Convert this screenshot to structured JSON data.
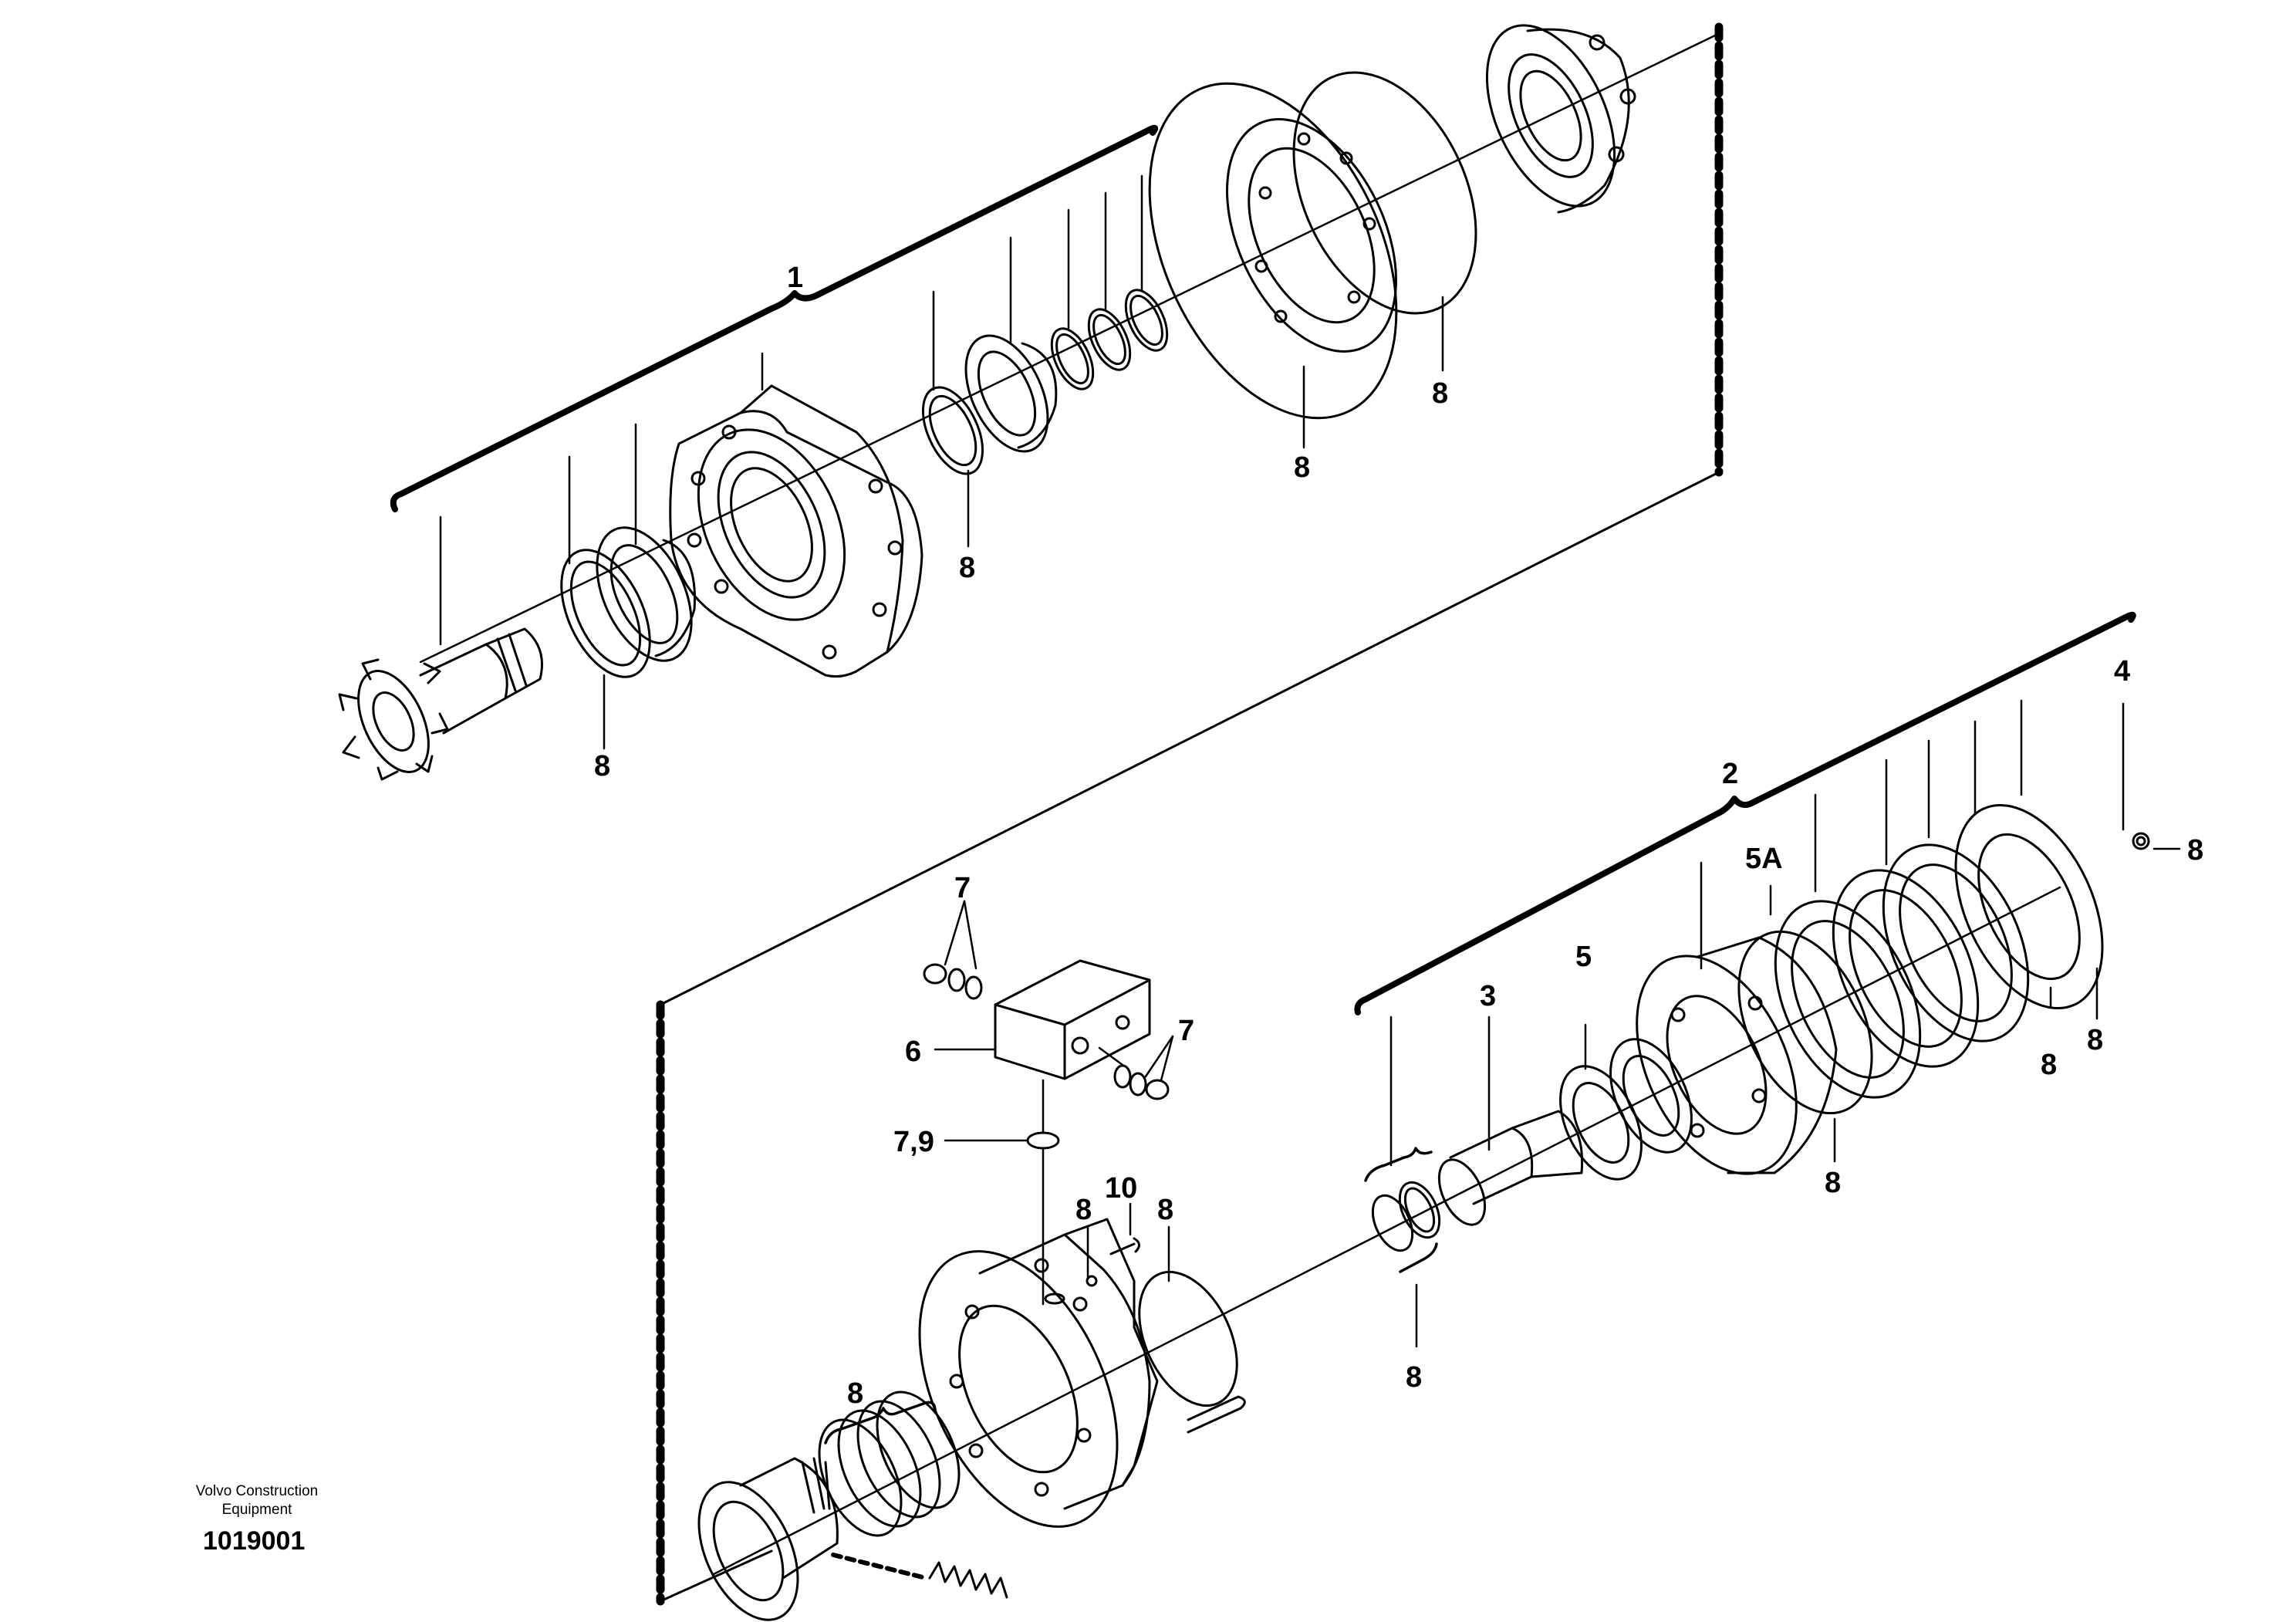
{
  "callouts": {
    "c1": "1",
    "c2": "2",
    "c3": "3",
    "c4": "4",
    "c5": "5",
    "c5a": "5A",
    "c6": "6",
    "c7a": "7",
    "c7b": "7",
    "c79": "7,9",
    "c8": "8",
    "c10": "10"
  },
  "footer": {
    "credit_line1": "Volvo Construction",
    "credit_line2": "Equipment",
    "drawing_number": "1019001"
  }
}
